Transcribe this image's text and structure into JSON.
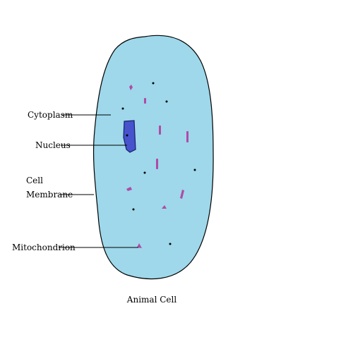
{
  "caption": "Animal Cell",
  "labels": {
    "cytoplasm": "Cytoplasm",
    "nucleus": "Nucleus",
    "membrane_line1": "Cell",
    "membrane_line2": "Membrane",
    "mitochondrion": "Mitochondrion"
  },
  "colors": {
    "cytoplasm_fill": "#9ed8ea",
    "membrane_stroke": "#000000",
    "nucleus_fill": "#4653cc",
    "nucleus_stroke": "#1a1f6b",
    "mitochondria": "#b04aa8",
    "granules": "#000000",
    "leader_lines": "#000000"
  }
}
